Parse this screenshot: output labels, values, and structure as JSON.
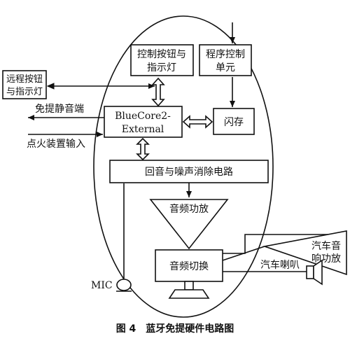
{
  "blocks": {
    "control_buttons": [
      "控制按钮与",
      "指示灯"
    ],
    "program_control": [
      "程序控制",
      "单元"
    ],
    "remote_buttons": [
      "远程按钮",
      "与指示灯"
    ],
    "bluecore": [
      "BlueCore2-",
      "External"
    ],
    "flash": "闪存",
    "echo_cancel": "回音与噪声消除电路",
    "audio_amp": "音频功放",
    "audio_switch": "音频切换",
    "car_amp": [
      "汽车音",
      "响功放"
    ],
    "car_speaker": "汽车喇叭"
  },
  "signals": {
    "mute": "免提静音端",
    "ignition": "点火装置输入"
  },
  "mic": "MIC",
  "caption": "图 4　蓝牙免提硬件电路图"
}
